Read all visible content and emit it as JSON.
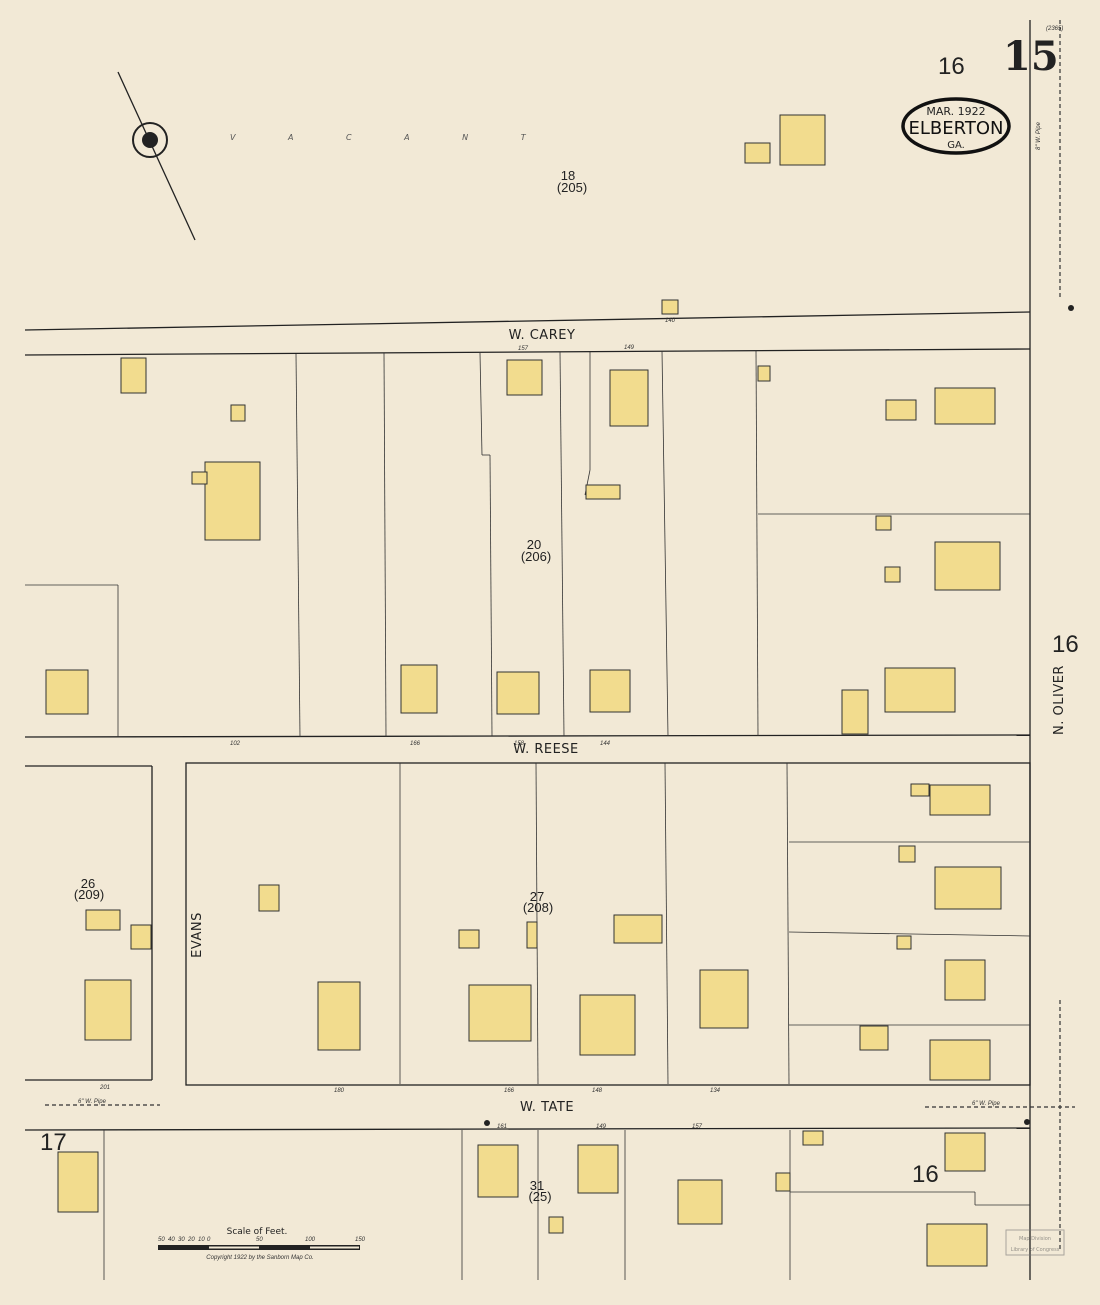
{
  "sheet": {
    "number": "15",
    "adjacent_top": "16",
    "adjacent_right": "16",
    "adjacent_bottom_left": "17",
    "adjacent_bottom_right": "16",
    "ref": "(2365)"
  },
  "cartouche": {
    "date": "MAR. 1922",
    "city": "ELBERTON",
    "state": "GA."
  },
  "streets": {
    "carey": "W. CAREY",
    "reese": "W. REESE",
    "tate": "W. TATE",
    "evans": "EVANS",
    "oliver": "N. OLIVER"
  },
  "blocks": [
    {
      "num": "18",
      "sub": "(205)"
    },
    {
      "num": "20",
      "sub": "(206)"
    },
    {
      "num": "26",
      "sub": "(209)"
    },
    {
      "num": "27",
      "sub": "(208)"
    },
    {
      "num": "31",
      "sub": "(25)"
    }
  ],
  "vacant": "V A C A N T",
  "pipes": {
    "north": "8\" W. Pipe",
    "tate_left": "6\" W. Pipe",
    "tate_right": "6\" W. Pipe"
  },
  "addresses": {
    "carey": [
      "157",
      "149",
      "140"
    ],
    "reese": [
      "102",
      "166",
      "158",
      "144"
    ],
    "tate_north": [
      "201",
      "180",
      "166",
      "148",
      "134"
    ],
    "tate_south": [
      "161",
      "149",
      "157"
    ]
  },
  "scale": {
    "title": "Scale of Feet.",
    "ticks": [
      "50",
      "40",
      "30",
      "20",
      "10",
      "0",
      "50",
      "100",
      "150"
    ],
    "copyright": "Copyright 1922 by the Sanborn Map Co."
  },
  "stamp": {
    "line1": "Map Division",
    "line2": "Library of Congress"
  },
  "colors": {
    "paper": "#f2e9d6",
    "building": "#f2dc8e",
    "ink": "#222222"
  }
}
